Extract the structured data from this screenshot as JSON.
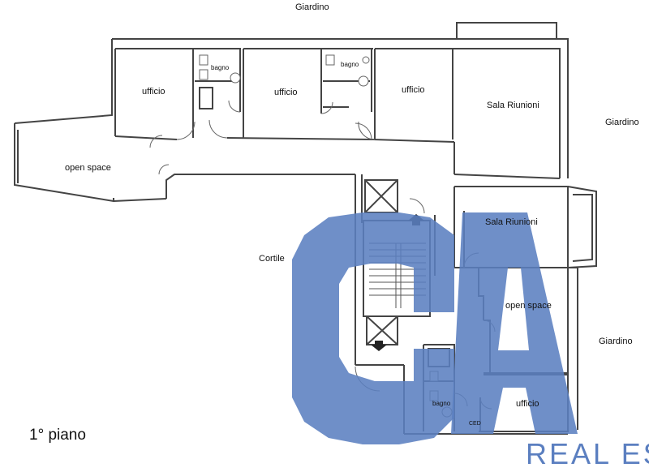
{
  "labels": {
    "giardino_top": "Giardino",
    "giardino_right_top": "Giardino",
    "giardino_right_bottom": "Giardino",
    "cortile": "Cortile",
    "ufficio_1": "ufficio",
    "ufficio_2": "ufficio",
    "ufficio_3": "ufficio",
    "ufficio_4": "ufficio",
    "bagno_1": "bagno",
    "bagno_2": "bagno",
    "bagno_3": "bagno",
    "open_space_1": "open space",
    "open_space_2": "open space",
    "sala_riunioni_1": "Sala Riunioni",
    "sala_riunioni_2": "Sala Riunioni",
    "ced": "CED"
  },
  "floor_label": "1° piano",
  "watermark": {
    "logo_letters": "CA",
    "brand_text": "REAL ES",
    "color": "#5b7fc0"
  },
  "colors": {
    "wall": "#444444",
    "watermark": "#5b7fc0"
  }
}
